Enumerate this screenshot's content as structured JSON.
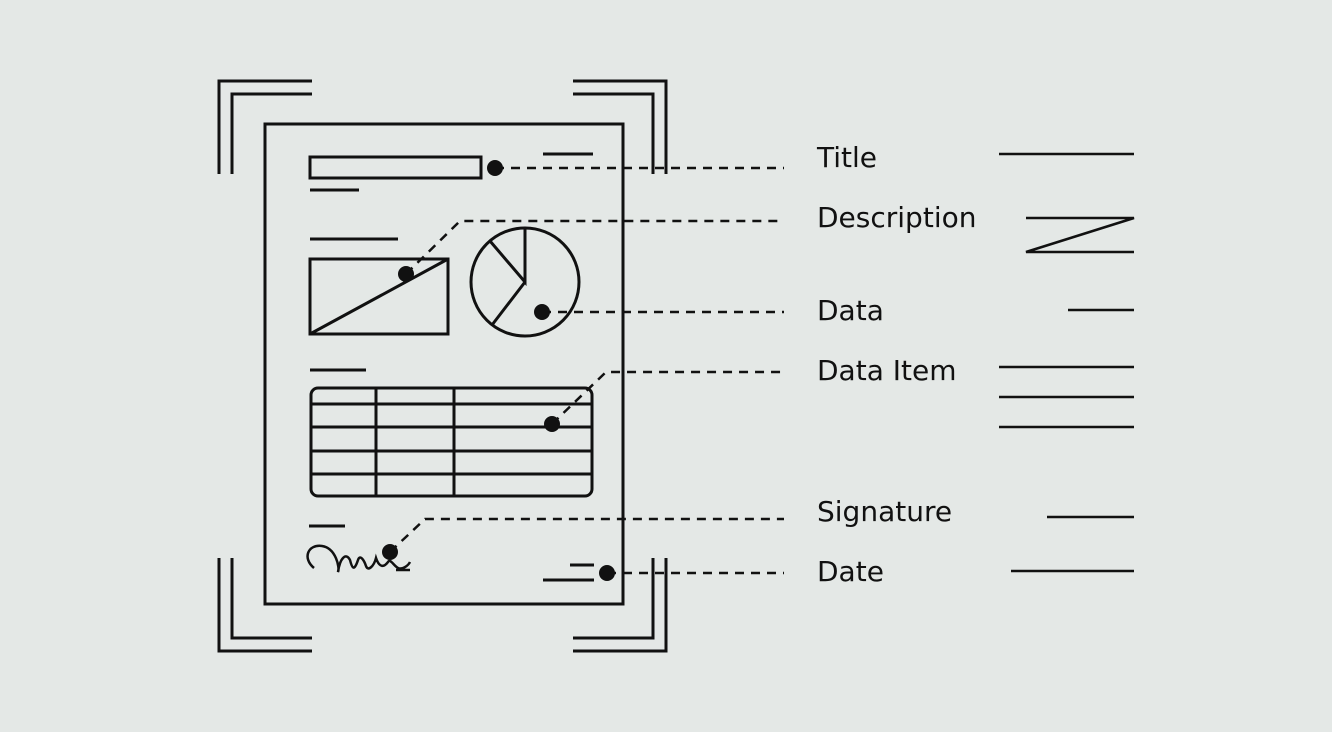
{
  "labels": {
    "title": "Title",
    "description": "Description",
    "data": "Data",
    "data_item": "Data Item",
    "signature": "Signature",
    "date": "Date"
  },
  "colors": {
    "background": "#e4e8e6",
    "stroke": "#111111"
  }
}
